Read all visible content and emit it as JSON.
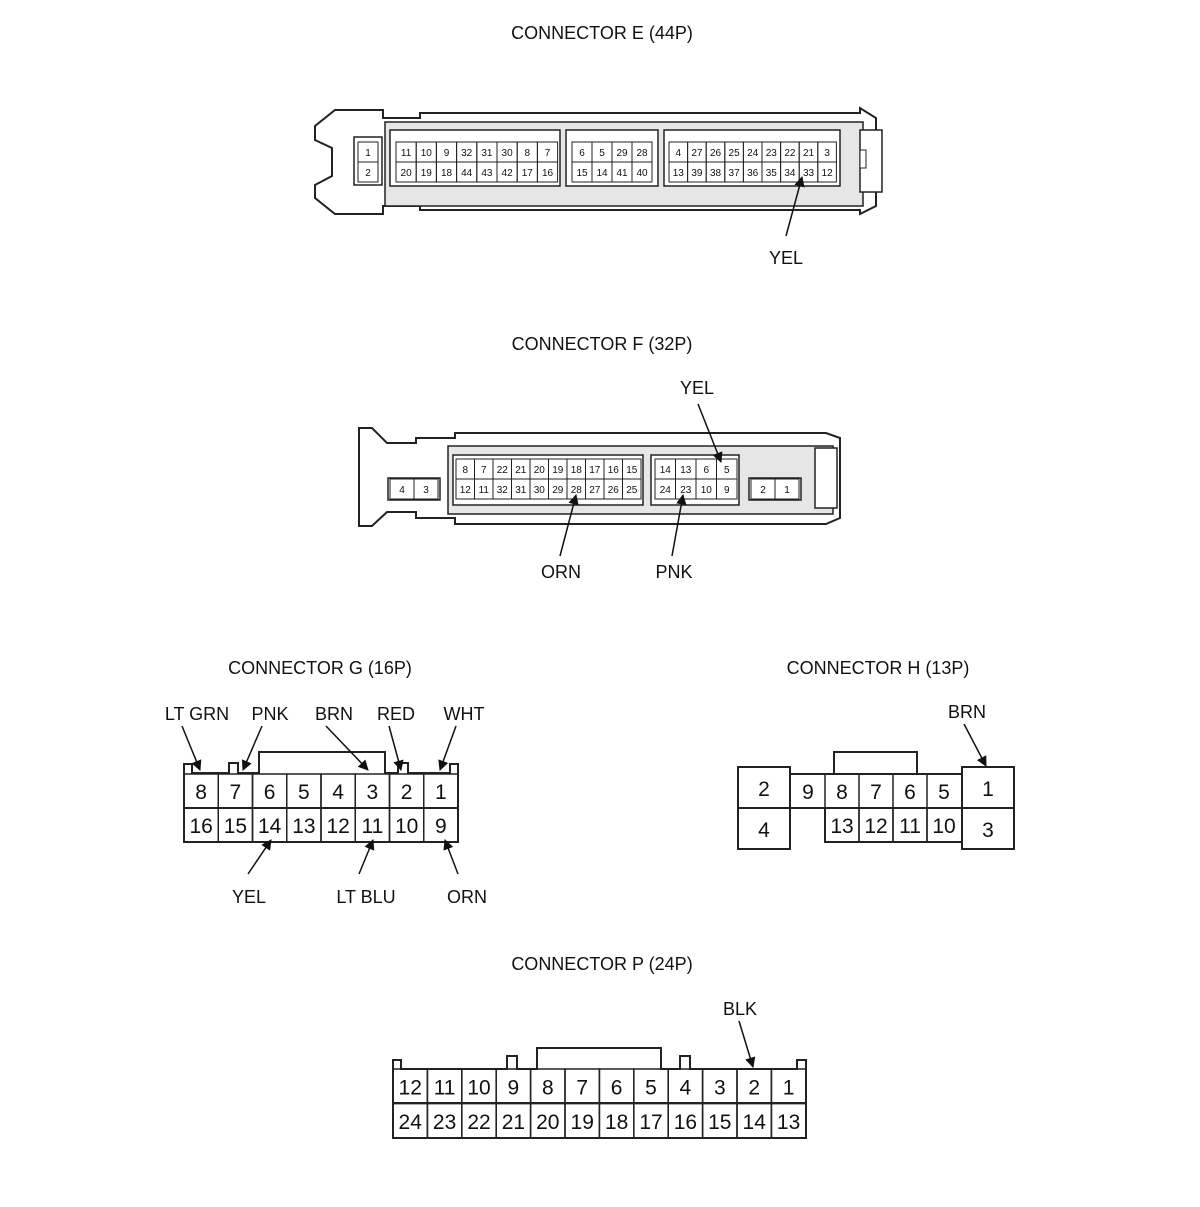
{
  "connector_e": {
    "title": "CONNECTOR E (44P)",
    "side": [
      "1",
      "2"
    ],
    "block1": [
      [
        "11",
        "10",
        "9",
        "32",
        "31",
        "30",
        "8",
        "7"
      ],
      [
        "20",
        "19",
        "18",
        "44",
        "43",
        "42",
        "17",
        "16"
      ]
    ],
    "block2": [
      [
        "6",
        "5",
        "29",
        "28"
      ],
      [
        "15",
        "14",
        "41",
        "40"
      ]
    ],
    "block3": [
      [
        "4",
        "27",
        "26",
        "25",
        "24",
        "23",
        "22",
        "21",
        "3"
      ],
      [
        "13",
        "39",
        "38",
        "37",
        "36",
        "35",
        "34",
        "33",
        "12"
      ]
    ],
    "wires": {
      "yel": "YEL"
    }
  },
  "connector_f": {
    "title": "CONNECTOR F (32P)",
    "side_left": [
      "4",
      "3"
    ],
    "side_right": [
      "2",
      "1"
    ],
    "block1": [
      [
        "8",
        "7",
        "22",
        "21",
        "20",
        "19",
        "18",
        "17",
        "16",
        "15"
      ],
      [
        "12",
        "11",
        "32",
        "31",
        "30",
        "29",
        "28",
        "27",
        "26",
        "25"
      ]
    ],
    "block2": [
      [
        "14",
        "13",
        "6",
        "5"
      ],
      [
        "24",
        "23",
        "10",
        "9"
      ]
    ],
    "wires": {
      "yel": "YEL",
      "orn": "ORN",
      "pnk": "PNK"
    }
  },
  "connector_g": {
    "title": "CONNECTOR G (16P)",
    "rows": [
      [
        "8",
        "7",
        "6",
        "5",
        "4",
        "3",
        "2",
        "1"
      ],
      [
        "16",
        "15",
        "14",
        "13",
        "12",
        "11",
        "10",
        "9"
      ]
    ],
    "wires": {
      "lt_grn": "LT GRN",
      "pnk": "PNK",
      "brn": "BRN",
      "red": "RED",
      "wht": "WHT",
      "yel": "YEL",
      "lt_blu": "LT BLU",
      "orn": "ORN"
    }
  },
  "connector_h": {
    "title": "CONNECTOR H (13P)",
    "left": [
      "2",
      "4"
    ],
    "mid_top": [
      "9",
      "8",
      "7",
      "6",
      "5"
    ],
    "mid_bottom": [
      "13",
      "12",
      "11",
      "10"
    ],
    "right": [
      "1",
      "3"
    ],
    "wires": {
      "brn": "BRN"
    }
  },
  "connector_p": {
    "title": "CONNECTOR P (24P)",
    "rows": [
      [
        "12",
        "11",
        "10",
        "9",
        "8",
        "7",
        "6",
        "5",
        "4",
        "3",
        "2",
        "1"
      ],
      [
        "24",
        "23",
        "22",
        "21",
        "20",
        "19",
        "18",
        "17",
        "16",
        "15",
        "14",
        "13"
      ]
    ],
    "wires": {
      "blk": "BLK"
    }
  },
  "colors": {
    "line": "#222222",
    "housing": "#dcdcdc",
    "cell": "#ffffff"
  }
}
